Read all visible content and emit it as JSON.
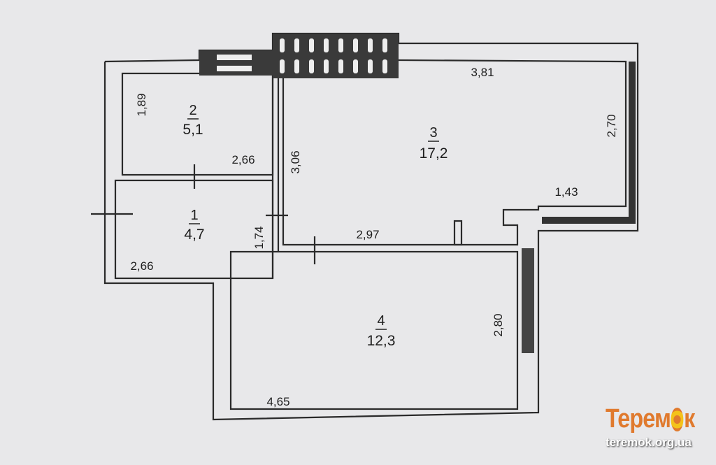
{
  "plan": {
    "rooms": [
      {
        "number": "1",
        "area": "4,7"
      },
      {
        "number": "2",
        "area": "5,1"
      },
      {
        "number": "3",
        "area": "17,2"
      },
      {
        "number": "4",
        "area": "12,3"
      }
    ],
    "dimensions": {
      "room2_height": "1,89",
      "room2_width": "2,66",
      "room3_top": "3,81",
      "room3_right": "2,70",
      "room3_left": "3,06",
      "room3_balcony": "1,43",
      "room3_bottom": "2,97",
      "room1_height": "1,74",
      "room1_width": "2,66",
      "room4_right": "2,80",
      "room4_bottom": "4,65"
    }
  },
  "logo": {
    "word": "Теремок",
    "url": "teremok.org.ua"
  },
  "colors": {
    "background": "#e8e8ea",
    "wall": "#2a2a2a",
    "brand": "#e07a2e",
    "sun": "#f4c21a"
  }
}
